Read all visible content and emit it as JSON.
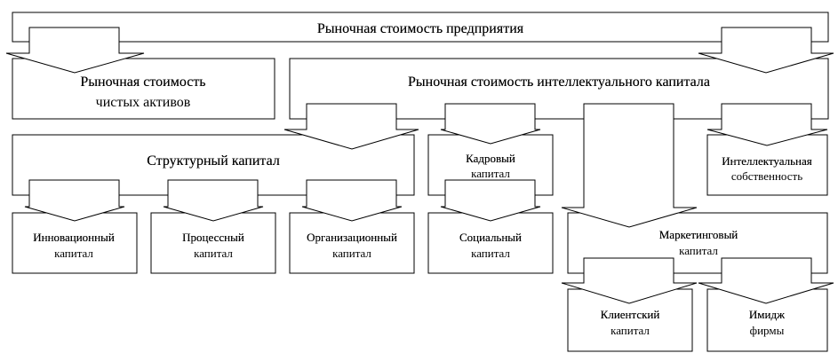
{
  "diagram": {
    "market_value": "Рыночная стоимость предприятия",
    "net_assets": [
      "Рыночная стоимость",
      "чистых активов"
    ],
    "intellectual_capital": "Рыночная стоимость интеллектуального капитала",
    "structural_capital": "Структурный капитал",
    "human_capital": [
      "Кадровый",
      "капитал"
    ],
    "intellectual_property": [
      "Интеллектуальная",
      "собственность"
    ],
    "innovation_capital": [
      "Инновационный",
      "капитал"
    ],
    "process_capital": [
      "Процессный",
      "капитал"
    ],
    "organizational_capital": [
      "Организационный",
      "капитал"
    ],
    "social_capital": [
      "Социальный",
      "капитал"
    ],
    "marketing_capital": [
      "Маркетинговый",
      "капитал"
    ],
    "client_capital": [
      "Клиентский",
      "капитал"
    ],
    "firm_image": [
      "Имидж",
      "фирмы"
    ]
  }
}
